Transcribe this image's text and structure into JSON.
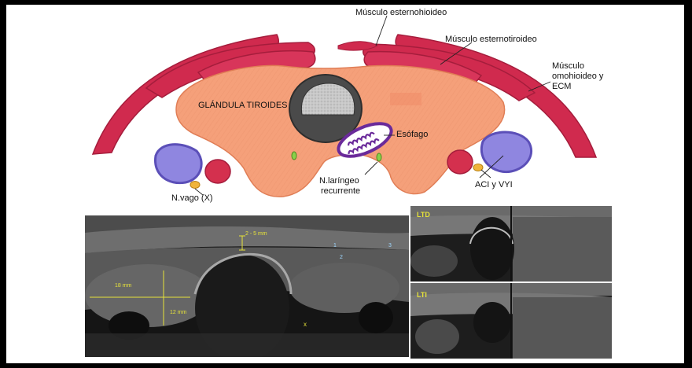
{
  "diagram": {
    "labels": {
      "esternohioideo": "Músculo esternohioideo",
      "esternotiroideo": "Músculo esternotiroideo",
      "omohioideo_1": "Músculo",
      "omohioideo_2": "omohioideo y",
      "omohioideo_3": "ECM",
      "tiroides": "GLÁNDULA TIROIDES",
      "esofago": "Esófago",
      "laringeo_1": "N.laríngeo",
      "laringeo_2": "recurrente",
      "vago": "N.vago (X)",
      "aci": "ACI y VYI"
    },
    "colors": {
      "muscle": "#d02a4e",
      "muscle_dark": "#a51d3c",
      "thyroid": "#f5a07a",
      "thyroid_edge": "#e07d55",
      "trachea_ring": "#4a4a4a",
      "trachea_inner": "#bdbdbd",
      "vein": "#8f86e0",
      "vein_edge": "#5b4fb8",
      "artery": "#d4304e",
      "nerve": "#f0b43a",
      "esophagus": "#6a2a9a"
    }
  },
  "ultrasound": {
    "main": {
      "depth_marker": "2 - 5 mm",
      "width_marker": "18 mm",
      "height_marker": "12 mm",
      "marker_1": "1",
      "marker_2": "2",
      "marker_3": "3",
      "marker_x": "x"
    },
    "ltd_label": "LTD",
    "lti_label": "LTI"
  }
}
